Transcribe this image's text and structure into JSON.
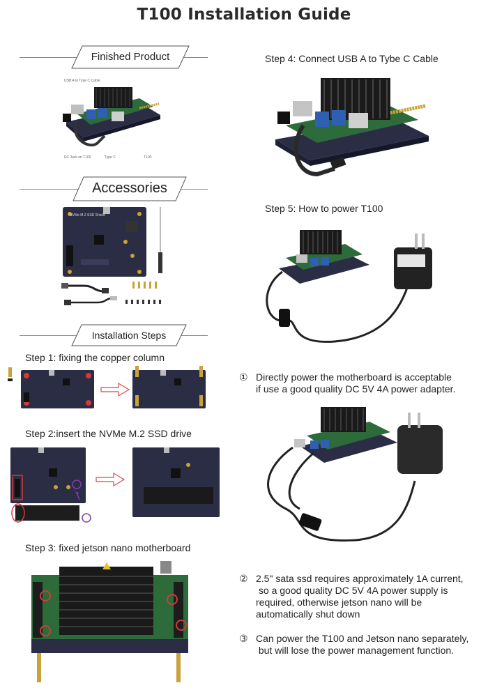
{
  "page": {
    "title": "T100 Installation Guide"
  },
  "sections": {
    "finished": "Finished Product",
    "accessories": "Accessories",
    "steps": "Installation Steps"
  },
  "finished_labels": {
    "usb_cable": "USB A to Type C Cable",
    "dc_jack": "DC Jack on T100",
    "type_c": "Type C",
    "t100": "T100"
  },
  "accessory_board_text": {
    "board_name": "NVMe M.2 SSD Shield"
  },
  "left_steps": [
    "Step 1: fixing the copper column",
    "Step 2:insert the NVMe M.2 SSD drive",
    "Step 3: fixed jetson nano motherboard"
  ],
  "right_steps": [
    "Step 4: Connect USB A to Tybe C Cable",
    "Step 5: How to power T100"
  ],
  "notes": [
    {
      "num": "①",
      "lines": [
        "Directly power the motherboard is acceptable",
        "if use a good quality DC 5V 4A power adapter."
      ]
    },
    {
      "num": "②",
      "lines": [
        "2.5\" sata ssd requires approximately 1A current,",
        " so a good quality DC 5V 4A power supply is",
        "required, otherwise jetson nano will be",
        "automatically shut down"
      ]
    },
    {
      "num": "③",
      "lines": [
        "Can power the T100 and Jetson nano separately,",
        " but will lose the power management function."
      ]
    }
  ],
  "colors": {
    "pcb": "#2b2d45",
    "heatsink": "#1a1a1a",
    "gold": "#c9a23a",
    "marker_red": "#d23a3a",
    "marker_purple": "#7a3fb0",
    "arrow_red": "#d84a4a"
  }
}
